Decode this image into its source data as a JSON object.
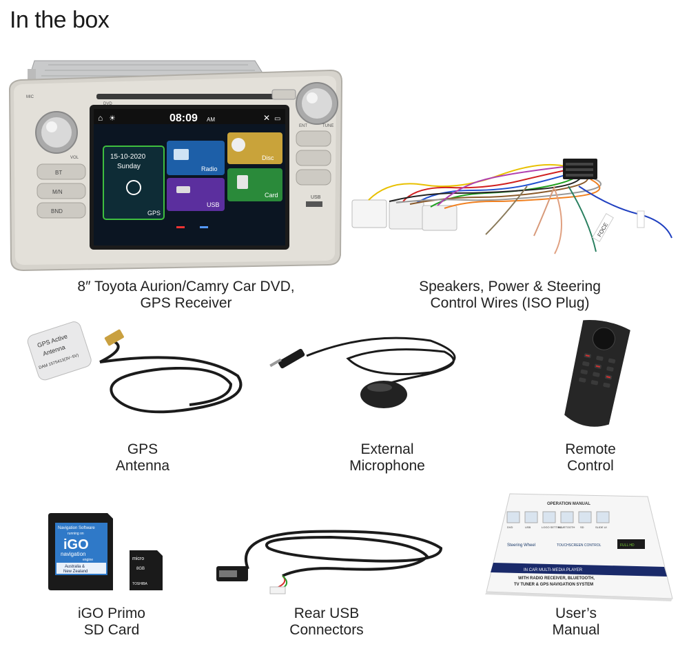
{
  "page": {
    "title": "In the box"
  },
  "head_unit": {
    "screen": {
      "time": "08:09",
      "ampm": "AM",
      "date": "15-10-2020",
      "weekday": "Sunday",
      "tiles": [
        "Radio",
        "Disc",
        "GPS",
        "USB",
        "Card"
      ]
    },
    "buttons": {
      "mic": "MIC",
      "dvd": "DVD",
      "vol": "VOL",
      "bt": "BT",
      "mn": "M/N",
      "bnd": "BND",
      "usb": "USB",
      "ent": "ENT",
      "tune": "TUNE"
    }
  },
  "wires": {
    "tags": [
      "FOCE"
    ]
  },
  "gps_antenna": {
    "lines": [
      "GPS Active",
      "Antenna",
      "DAM 1575413(3V~5V)"
    ]
  },
  "sd_card": {
    "adapter": {
      "top": "Navigation Software",
      "sub": "running on",
      "brand": "iGO",
      "product": "navigation",
      "engine": "engine",
      "region": [
        "Australia &",
        "New Zealand"
      ]
    },
    "micro": {
      "brand": "micro",
      "size": "8GB",
      "maker": "TOSHIBA"
    }
  },
  "manual": {
    "header": "OPERATION MANUAL",
    "icons": [
      "DVD",
      "USB",
      "LOGO SETTING",
      "BLUETOOTH",
      "SD",
      "SLIDE UI"
    ],
    "logos": [
      "Steering Wheel",
      "TOUCHSCREEN CONTROL",
      "FULL HD"
    ],
    "lines": [
      "IN CAR MULTI-MEDIA PLAYER",
      "WITH RADIO RECEIVER, BLUETOOTH,",
      "TV TUNER & GPS NAVIGATION SYSTEM"
    ]
  },
  "items": [
    {
      "caption": [
        "8″ Toyota Aurion/Camry Car DVD,",
        "GPS Receiver"
      ]
    },
    {
      "caption": [
        "Speakers, Power & Steering",
        "Control Wires (ISO Plug)"
      ]
    },
    {
      "caption": [
        "GPS",
        "Antenna"
      ]
    },
    {
      "caption": [
        "External",
        "Microphone"
      ]
    },
    {
      "caption": [
        "Remote",
        "Control"
      ]
    },
    {
      "caption": [
        "iGO Primo",
        "SD Card"
      ]
    },
    {
      "caption": [
        "Rear USB",
        "Connectors"
      ]
    },
    {
      "caption": [
        "User’s",
        "Manual"
      ]
    }
  ]
}
